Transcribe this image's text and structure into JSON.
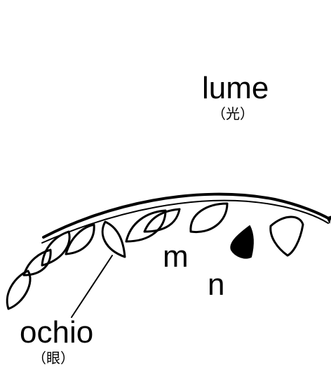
{
  "labels": {
    "lume": "lume",
    "lume_cn": "（光）",
    "m": "m",
    "n": "n",
    "ochio": "ochio",
    "ochio_cn": "（眼）"
  },
  "colors": {
    "ink": "#000000",
    "paper": "#ffffff"
  }
}
